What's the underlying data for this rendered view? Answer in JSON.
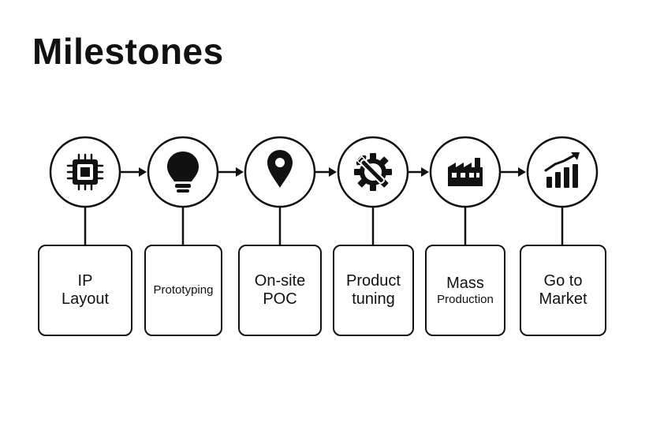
{
  "title": "Milestones",
  "colors": {
    "ink": "#111111",
    "background": "#ffffff"
  },
  "steps": [
    {
      "icon": "microchip-icon",
      "lines": [
        "IP",
        "Layout"
      ]
    },
    {
      "icon": "lightbulb-icon",
      "lines": [
        "Prototyping"
      ]
    },
    {
      "icon": "map-pin-icon",
      "lines": [
        "On-site",
        "POC"
      ]
    },
    {
      "icon": "gear-wrench-icon",
      "lines": [
        "Product",
        "tuning"
      ]
    },
    {
      "icon": "factory-icon",
      "lines": [
        "Mass",
        "Production"
      ]
    },
    {
      "icon": "growth-chart-icon",
      "lines": [
        "Go to",
        "Market"
      ]
    }
  ]
}
